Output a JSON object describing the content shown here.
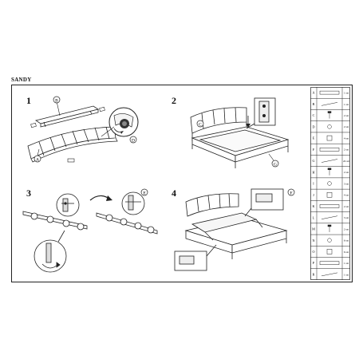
{
  "document": {
    "title": "SANDY",
    "steps": [
      {
        "number": "1",
        "callouts": [
          "B",
          "A",
          "D"
        ]
      },
      {
        "number": "2",
        "callouts": [
          "C",
          "G"
        ]
      },
      {
        "number": "3",
        "callouts": [
          "E"
        ]
      },
      {
        "number": "4",
        "callouts": [
          "F"
        ]
      }
    ],
    "parts": [
      {
        "label": "A",
        "qty": "1 szt"
      },
      {
        "label": "B",
        "qty": "1 szt"
      },
      {
        "label": "C",
        "qty": "2 szt"
      },
      {
        "label": "D",
        "qty": "2 szt"
      },
      {
        "label": "E",
        "qty": "4 szt"
      },
      {
        "label": "F",
        "qty": "2 szt"
      },
      {
        "label": "G",
        "qty": "24 szt"
      },
      {
        "label": "H",
        "qty": "2 szt"
      },
      {
        "label": "I",
        "qty": "3 szt"
      },
      {
        "label": "J",
        "qty": "4 szt"
      },
      {
        "label": "K",
        "qty": "2 szt"
      },
      {
        "label": "L",
        "qty": "3 szt"
      },
      {
        "label": "M",
        "qty": "2 szt"
      },
      {
        "label": "N",
        "qty": "6 szt"
      },
      {
        "label": "O",
        "qty": "6 szt"
      },
      {
        "label": "P",
        "qty": "1 szt"
      },
      {
        "label": "R",
        "qty": "1 szt"
      }
    ]
  }
}
